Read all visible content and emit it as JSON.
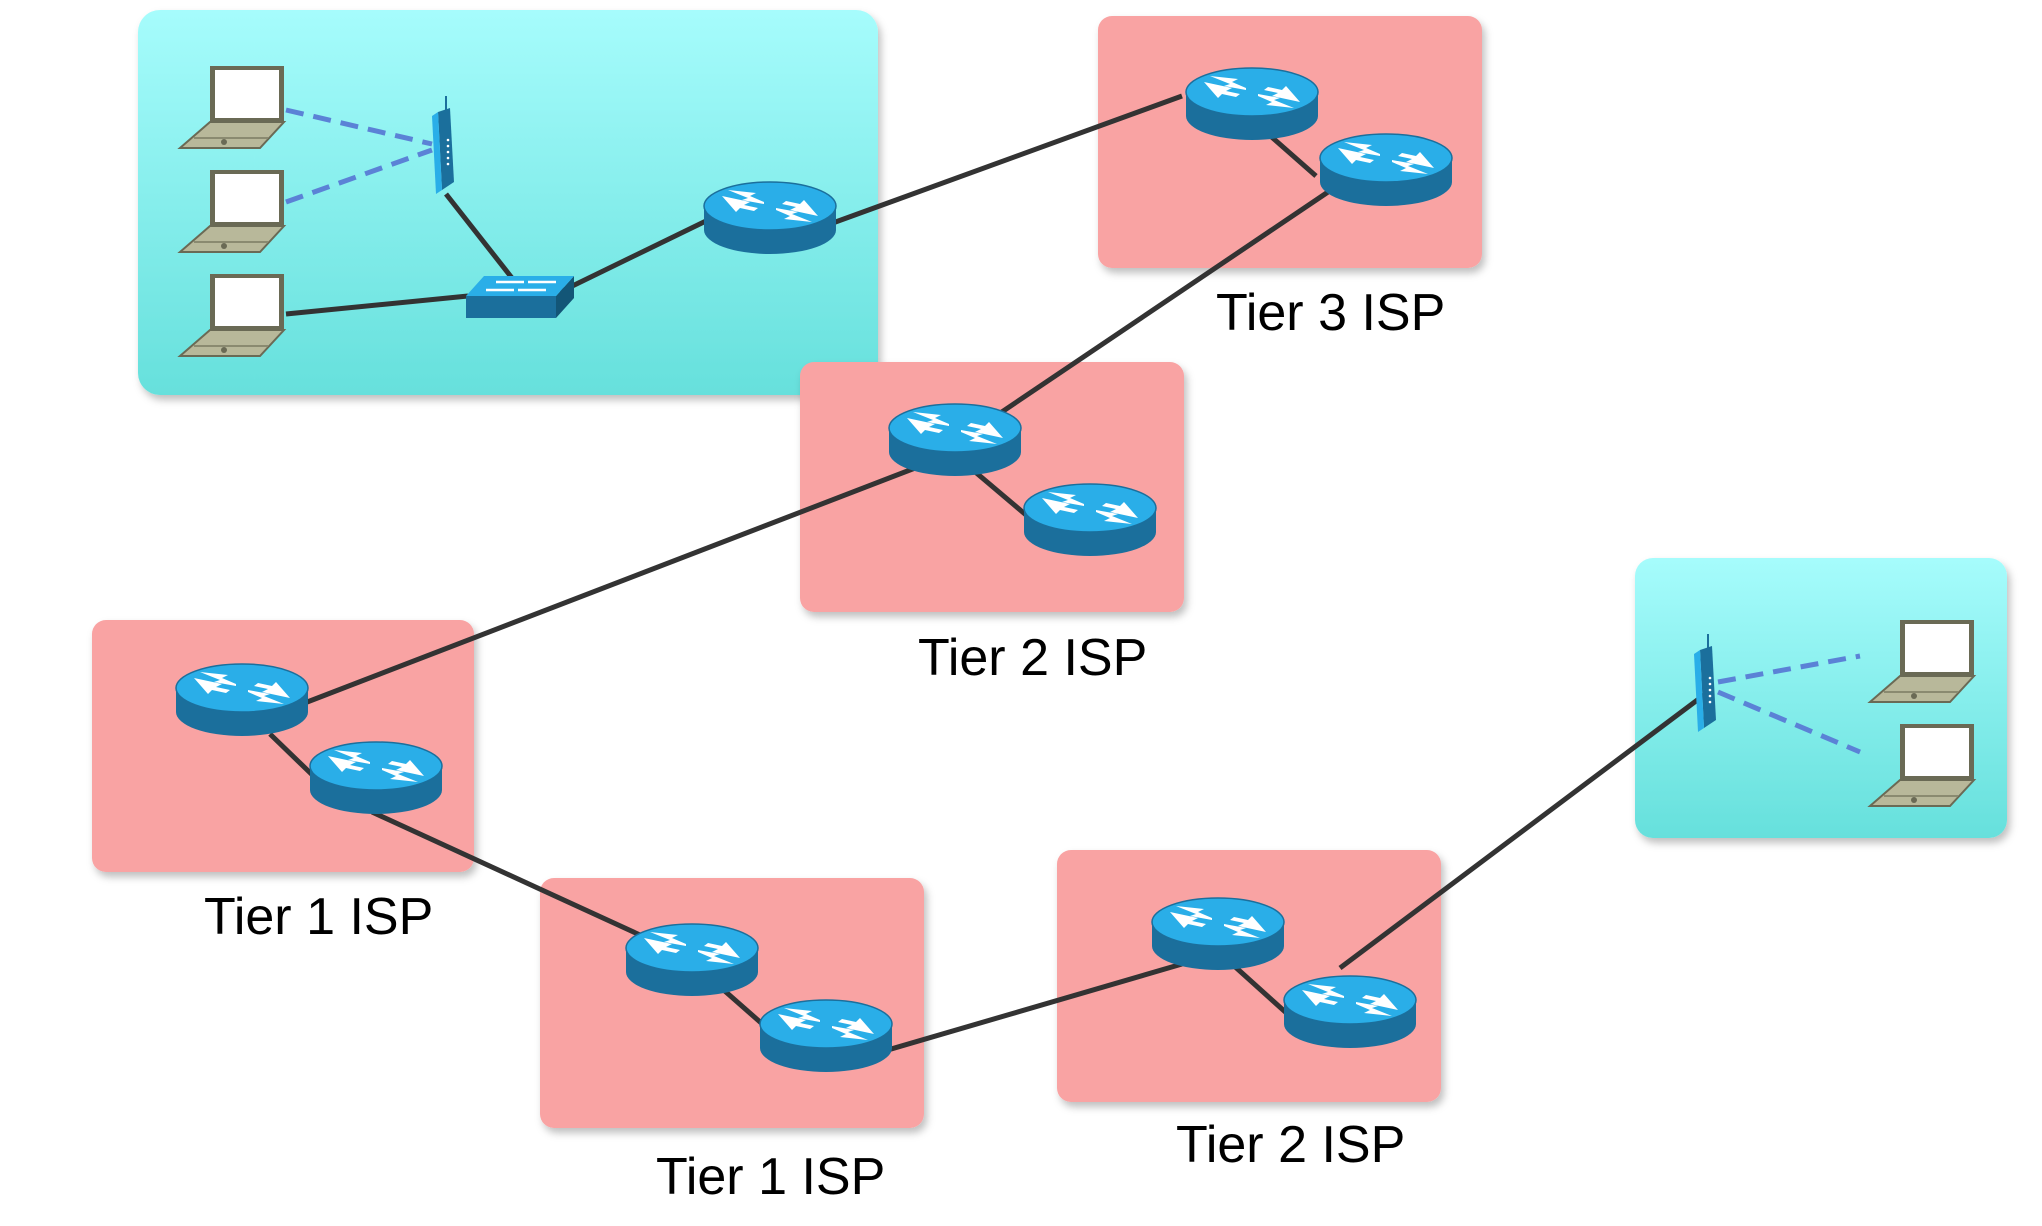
{
  "colors": {
    "isp_fill": "#f9a3a3",
    "network_fill_top": "#a6fcfc",
    "network_fill_bottom": "#66e0dc",
    "router_top": "#2aaee8",
    "router_side": "#1b6f9c",
    "link": "#333333",
    "wireless_link": "#5b82d6"
  },
  "labels": {
    "tier3_isp": "Tier 3 ISP",
    "tier2_isp_upper": "Tier 2 ISP",
    "tier1_isp_left": "Tier 1 ISP",
    "tier1_isp_bottom": "Tier 1 ISP",
    "tier2_isp_lower": "Tier 2 ISP"
  },
  "icons": {
    "laptop": "laptop-icon",
    "router": "router-icon",
    "switch": "switch-icon",
    "wireless_access_point": "wireless-access-point-icon"
  }
}
